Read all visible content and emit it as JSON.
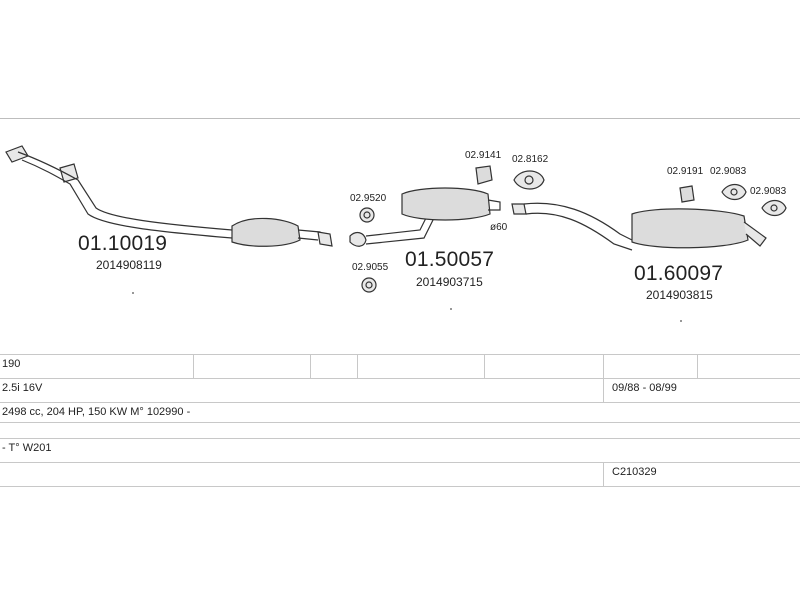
{
  "parts": {
    "front": {
      "number": "01.10019",
      "oe": "2014908119"
    },
    "middle": {
      "number": "01.50057",
      "oe": "2014903715"
    },
    "rear": {
      "number": "01.60097",
      "oe": "2014903815"
    }
  },
  "fittings": {
    "f1": "02.9520",
    "f2": "02.9055",
    "f3": "02.9141",
    "f4": "02.8162",
    "f5": "02.9191",
    "f6": "02.9083",
    "f7": "02.9083"
  },
  "diameter": "ø60",
  "table": {
    "model": "190",
    "engine": "2.5i 16V",
    "dates": "09/88 - 08/99",
    "spec": "2498 cc, 204 HP, 150 KW M° 102990 -",
    "type": "- T° W201",
    "code": "C210329"
  },
  "colors": {
    "stroke": "#333333",
    "fill": "#dcdcdc",
    "line": "#c8c8c8"
  }
}
